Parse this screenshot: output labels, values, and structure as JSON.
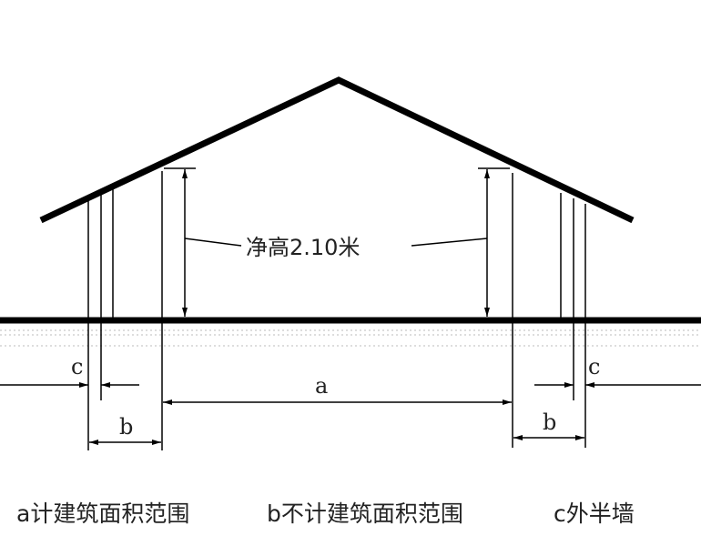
{
  "diagram": {
    "height_label": "净高2.10米",
    "dim_labels": {
      "a": "a",
      "b": "b",
      "c": "c"
    },
    "colors": {
      "line": "#000000",
      "text": "#222222"
    }
  },
  "legend": [
    "a计建筑面积范围",
    "b不计建筑面积范围",
    "c外半墙"
  ]
}
